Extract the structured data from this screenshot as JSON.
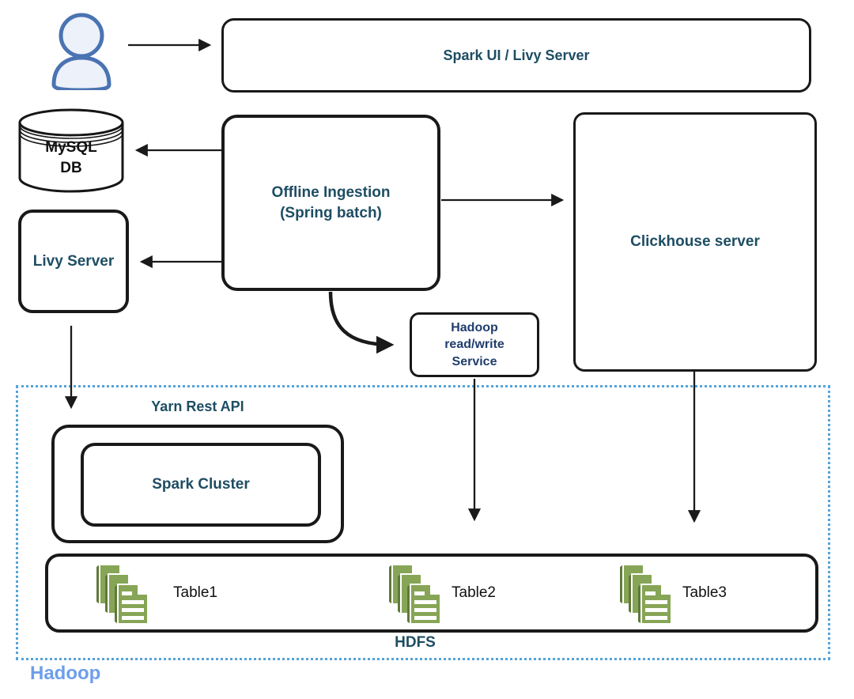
{
  "colors": {
    "label_teal": "#1e4d63",
    "label_navy": "#1f3d6d",
    "label_black": "#111111",
    "hadoop_zone_label_blue": "#6d9eeb",
    "hadoop_zone_dotted_border": "#55a3da",
    "box_border": "#191919",
    "arrow": "#1a1a1a",
    "doc_icon_green": "#87a556",
    "doc_icon_dark_green": "#5f7a39",
    "user_icon_stroke": "#4a73b2",
    "user_icon_fill": "#edf1f9"
  },
  "nodes": {
    "user": {
      "icon": "person-icon"
    },
    "spark_ui": {
      "label": "Spark UI / Livy Server"
    },
    "mysql": {
      "lines": [
        "MySQL",
        "DB"
      ]
    },
    "offline_ingestion": {
      "lines": [
        "Offline Ingestion",
        "(Spring batch)"
      ]
    },
    "clickhouse": {
      "label": "Clickhouse server"
    },
    "livy": {
      "label": "Livy Server"
    },
    "hadoop_rw": {
      "lines": [
        "Hadoop",
        "read/write",
        "Service"
      ]
    },
    "yarn": {
      "label": "Yarn Rest API"
    },
    "spark_cluster": {
      "label": "Spark Cluster"
    },
    "hdfs": {
      "label": "HDFS",
      "tables": [
        {
          "label": "Table1",
          "icon": "documents-stack-icon"
        },
        {
          "label": "Table2",
          "icon": "documents-stack-icon"
        },
        {
          "label": "Table3",
          "icon": "documents-stack-icon"
        }
      ]
    },
    "hadoop_zone": {
      "label": "Hadoop"
    }
  },
  "edges": [
    {
      "from": "user",
      "to": "spark_ui",
      "direction": "right"
    },
    {
      "from": "offline_ingestion",
      "to": "mysql",
      "direction": "left"
    },
    {
      "from": "offline_ingestion",
      "to": "livy",
      "direction": "left"
    },
    {
      "from": "offline_ingestion",
      "to": "clickhouse",
      "direction": "right"
    },
    {
      "from": "offline_ingestion",
      "to": "hadoop_rw",
      "style": "curved"
    },
    {
      "from": "livy",
      "to": "yarn",
      "direction": "down"
    },
    {
      "from": "hadoop_rw",
      "to": "hdfs_table2",
      "direction": "down"
    },
    {
      "from": "clickhouse",
      "to": "hdfs_table3",
      "direction": "down"
    }
  ]
}
